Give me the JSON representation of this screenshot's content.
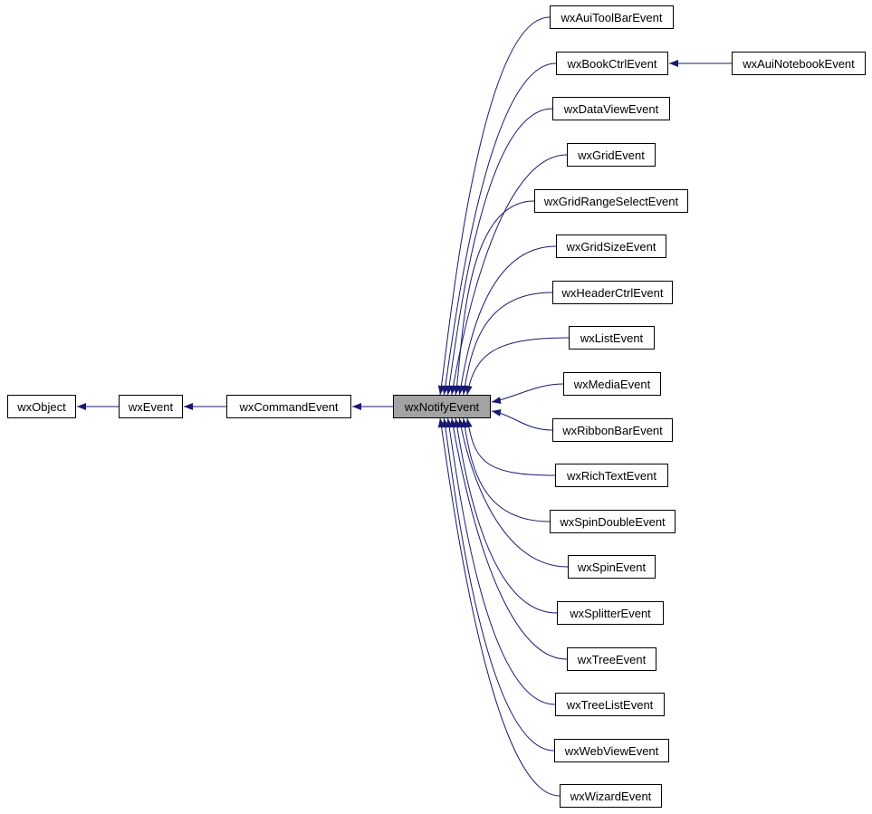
{
  "diagram": {
    "arrow_color": "#191970",
    "box_border_color": "#000000",
    "box_fill_color": "#ffffff",
    "highlight_color": "#a3a3a3",
    "nodes": [
      {
        "id": "wxObject",
        "label": "wxObject"
      },
      {
        "id": "wxEvent",
        "label": "wxEvent"
      },
      {
        "id": "wxCommandEvent",
        "label": "wxCommandEvent"
      },
      {
        "id": "wxNotifyEvent",
        "label": "wxNotifyEvent",
        "highlighted": true
      },
      {
        "id": "wxAuiToolBarEvent",
        "label": "wxAuiToolBarEvent"
      },
      {
        "id": "wxBookCtrlEvent",
        "label": "wxBookCtrlEvent"
      },
      {
        "id": "wxAuiNotebookEvent",
        "label": "wxAuiNotebookEvent"
      },
      {
        "id": "wxDataViewEvent",
        "label": "wxDataViewEvent"
      },
      {
        "id": "wxGridEvent",
        "label": "wxGridEvent"
      },
      {
        "id": "wxGridRangeSelectEvent",
        "label": "wxGridRangeSelectEvent"
      },
      {
        "id": "wxGridSizeEvent",
        "label": "wxGridSizeEvent"
      },
      {
        "id": "wxHeaderCtrlEvent",
        "label": "wxHeaderCtrlEvent"
      },
      {
        "id": "wxListEvent",
        "label": "wxListEvent"
      },
      {
        "id": "wxMediaEvent",
        "label": "wxMediaEvent"
      },
      {
        "id": "wxRibbonBarEvent",
        "label": "wxRibbonBarEvent"
      },
      {
        "id": "wxRichTextEvent",
        "label": "wxRichTextEvent"
      },
      {
        "id": "wxSpinDoubleEvent",
        "label": "wxSpinDoubleEvent"
      },
      {
        "id": "wxSpinEvent",
        "label": "wxSpinEvent"
      },
      {
        "id": "wxSplitterEvent",
        "label": "wxSplitterEvent"
      },
      {
        "id": "wxTreeEvent",
        "label": "wxTreeEvent"
      },
      {
        "id": "wxTreeListEvent",
        "label": "wxTreeListEvent"
      },
      {
        "id": "wxWebViewEvent",
        "label": "wxWebViewEvent"
      },
      {
        "id": "wxWizardEvent",
        "label": "wxWizardEvent"
      }
    ],
    "edges": [
      {
        "from": "wxEvent",
        "to": "wxObject"
      },
      {
        "from": "wxCommandEvent",
        "to": "wxEvent"
      },
      {
        "from": "wxNotifyEvent",
        "to": "wxCommandEvent"
      },
      {
        "from": "wxAuiNotebookEvent",
        "to": "wxBookCtrlEvent"
      },
      {
        "from": "wxAuiToolBarEvent",
        "to": "wxNotifyEvent"
      },
      {
        "from": "wxBookCtrlEvent",
        "to": "wxNotifyEvent"
      },
      {
        "from": "wxDataViewEvent",
        "to": "wxNotifyEvent"
      },
      {
        "from": "wxGridEvent",
        "to": "wxNotifyEvent"
      },
      {
        "from": "wxGridRangeSelectEvent",
        "to": "wxNotifyEvent"
      },
      {
        "from": "wxGridSizeEvent",
        "to": "wxNotifyEvent"
      },
      {
        "from": "wxHeaderCtrlEvent",
        "to": "wxNotifyEvent"
      },
      {
        "from": "wxListEvent",
        "to": "wxNotifyEvent"
      },
      {
        "from": "wxMediaEvent",
        "to": "wxNotifyEvent"
      },
      {
        "from": "wxRibbonBarEvent",
        "to": "wxNotifyEvent"
      },
      {
        "from": "wxRichTextEvent",
        "to": "wxNotifyEvent"
      },
      {
        "from": "wxSpinDoubleEvent",
        "to": "wxNotifyEvent"
      },
      {
        "from": "wxSpinEvent",
        "to": "wxNotifyEvent"
      },
      {
        "from": "wxSplitterEvent",
        "to": "wxNotifyEvent"
      },
      {
        "from": "wxTreeEvent",
        "to": "wxNotifyEvent"
      },
      {
        "from": "wxTreeListEvent",
        "to": "wxNotifyEvent"
      },
      {
        "from": "wxWebViewEvent",
        "to": "wxNotifyEvent"
      },
      {
        "from": "wxWizardEvent",
        "to": "wxNotifyEvent"
      }
    ]
  }
}
